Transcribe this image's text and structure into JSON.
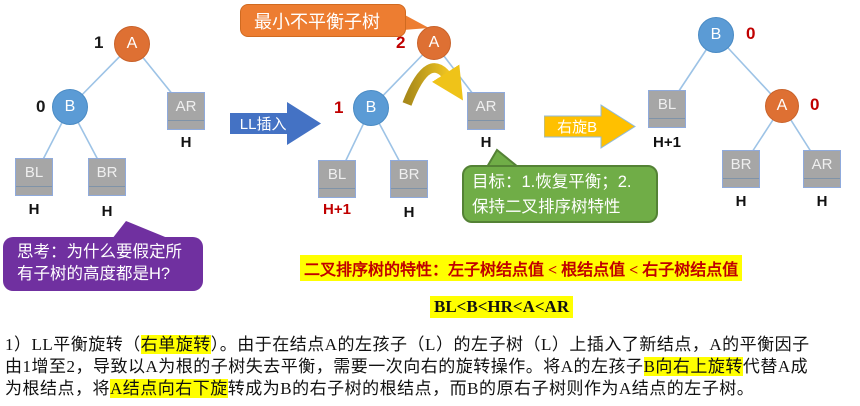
{
  "colors": {
    "orange_node": "#DE7033",
    "blue_node": "#5B9BD5",
    "gray_box": "#A6A6A6",
    "edge": "#9DC3E6",
    "blue_arrow": "#4472C4",
    "yellow_arrow": "#FFC000",
    "orange_callout": "#ED7D31",
    "green_callout": "#70AD47",
    "purple_callout": "#7030A0",
    "red_text": "#C00000",
    "highlight": "#FFFF00"
  },
  "callouts": {
    "min_unbalanced_subtree": "最小不平衡子树",
    "goal_line1": "目标：1.恢复平衡；2.",
    "goal_line2": "保持二叉排序树特性",
    "think_line1": "思考：为什么要假定所",
    "think_line2": "有子树的高度都是H?"
  },
  "arrows": {
    "ll_insert": "LL插入",
    "right_rotate_b": "右旋B"
  },
  "trees": {
    "before": {
      "A": "A",
      "A_bf": "1",
      "B": "B",
      "B_bf": "0",
      "AR": "AR",
      "AR_h": "H",
      "BL": "BL",
      "BL_h": "H",
      "BR": "BR",
      "BR_h": "H"
    },
    "after_insert": {
      "A": "A",
      "A_bf": "2",
      "B": "B",
      "B_bf": "1",
      "AR": "AR",
      "AR_h": "H",
      "BL": "BL",
      "BL_h": "H+1",
      "BR": "BR",
      "BR_h": "H"
    },
    "after_rotate": {
      "B": "B",
      "B_bf": "0",
      "A": "A",
      "A_bf": "0",
      "BL": "BL",
      "BL_h": "H+1",
      "BR": "BR",
      "BR_h": "H",
      "AR": "AR",
      "AR_h": "H"
    }
  },
  "notes": {
    "bst_property": "二叉排序树的特性：左子树结点值 < 根结点值 < 右子树结点值",
    "key_order": "BL<B<HR<A<AR"
  },
  "paragraph": {
    "l1_a": "1）LL平衡旋转（",
    "l1_hl": "右单旋转",
    "l1_b": "）。由于在结点A的左孩子（L）的左子树（L）上插入了新结点，A的平衡因子",
    "l2_a": "由1增至2，导致以A为根的子树失去平衡，需要一次向右的旋转操作。将A的左孩子",
    "l2_hl": "B向右上旋转",
    "l2_b": "代替A成",
    "l3_a": "为根结点，将",
    "l3_hl": "A结点向右下旋",
    "l3_b": "转成为B的右子树的根结点，而B的原右子树则作为A结点的左子树。"
  }
}
